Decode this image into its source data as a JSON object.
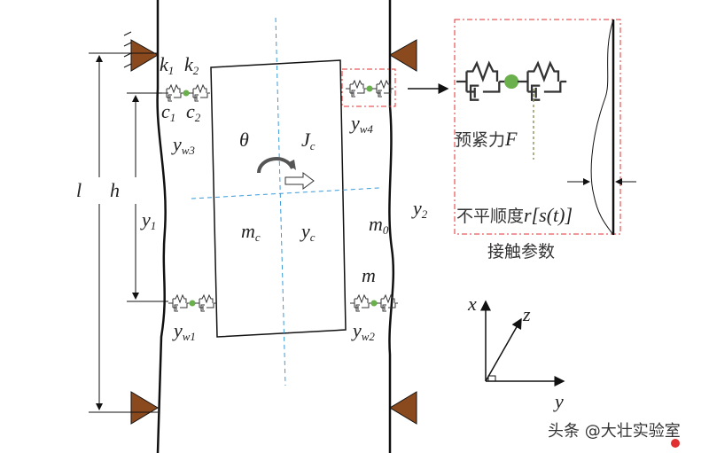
{
  "labels": {
    "k1": "k",
    "k1_sub": "1",
    "k2": "k",
    "k2_sub": "2",
    "c1": "c",
    "c1_sub": "1",
    "c2": "c",
    "c2_sub": "2",
    "yw3": "y",
    "yw3_sub": "w3",
    "yw4": "y",
    "yw4_sub": "w4",
    "yw1": "y",
    "yw1_sub": "w1",
    "yw2": "y",
    "yw2_sub": "w2",
    "theta": "θ",
    "Jc": "J",
    "Jc_sub": "c",
    "l": "l",
    "h": "h",
    "y1": "y",
    "y1_sub": "1",
    "y2": "y",
    "y2_sub": "2",
    "mc": "m",
    "mc_sub": "c",
    "yc": "y",
    "yc_sub": "c",
    "m0": "m",
    "m0_sub": "0",
    "m": "m",
    "axis_x": "x",
    "axis_y": "y",
    "axis_z": "z"
  },
  "contact": {
    "preload": "预紧力",
    "preload_sym": "F",
    "roughness": "不平顺度",
    "roughness_sym": "r[s(t)]",
    "title": "接触参数"
  },
  "watermark": "头条 @大壮实验室",
  "colors": {
    "support": "#8b4a1e",
    "node": "#6ab04c",
    "frame": "#e03030",
    "centerline": "#3a9ad9"
  }
}
